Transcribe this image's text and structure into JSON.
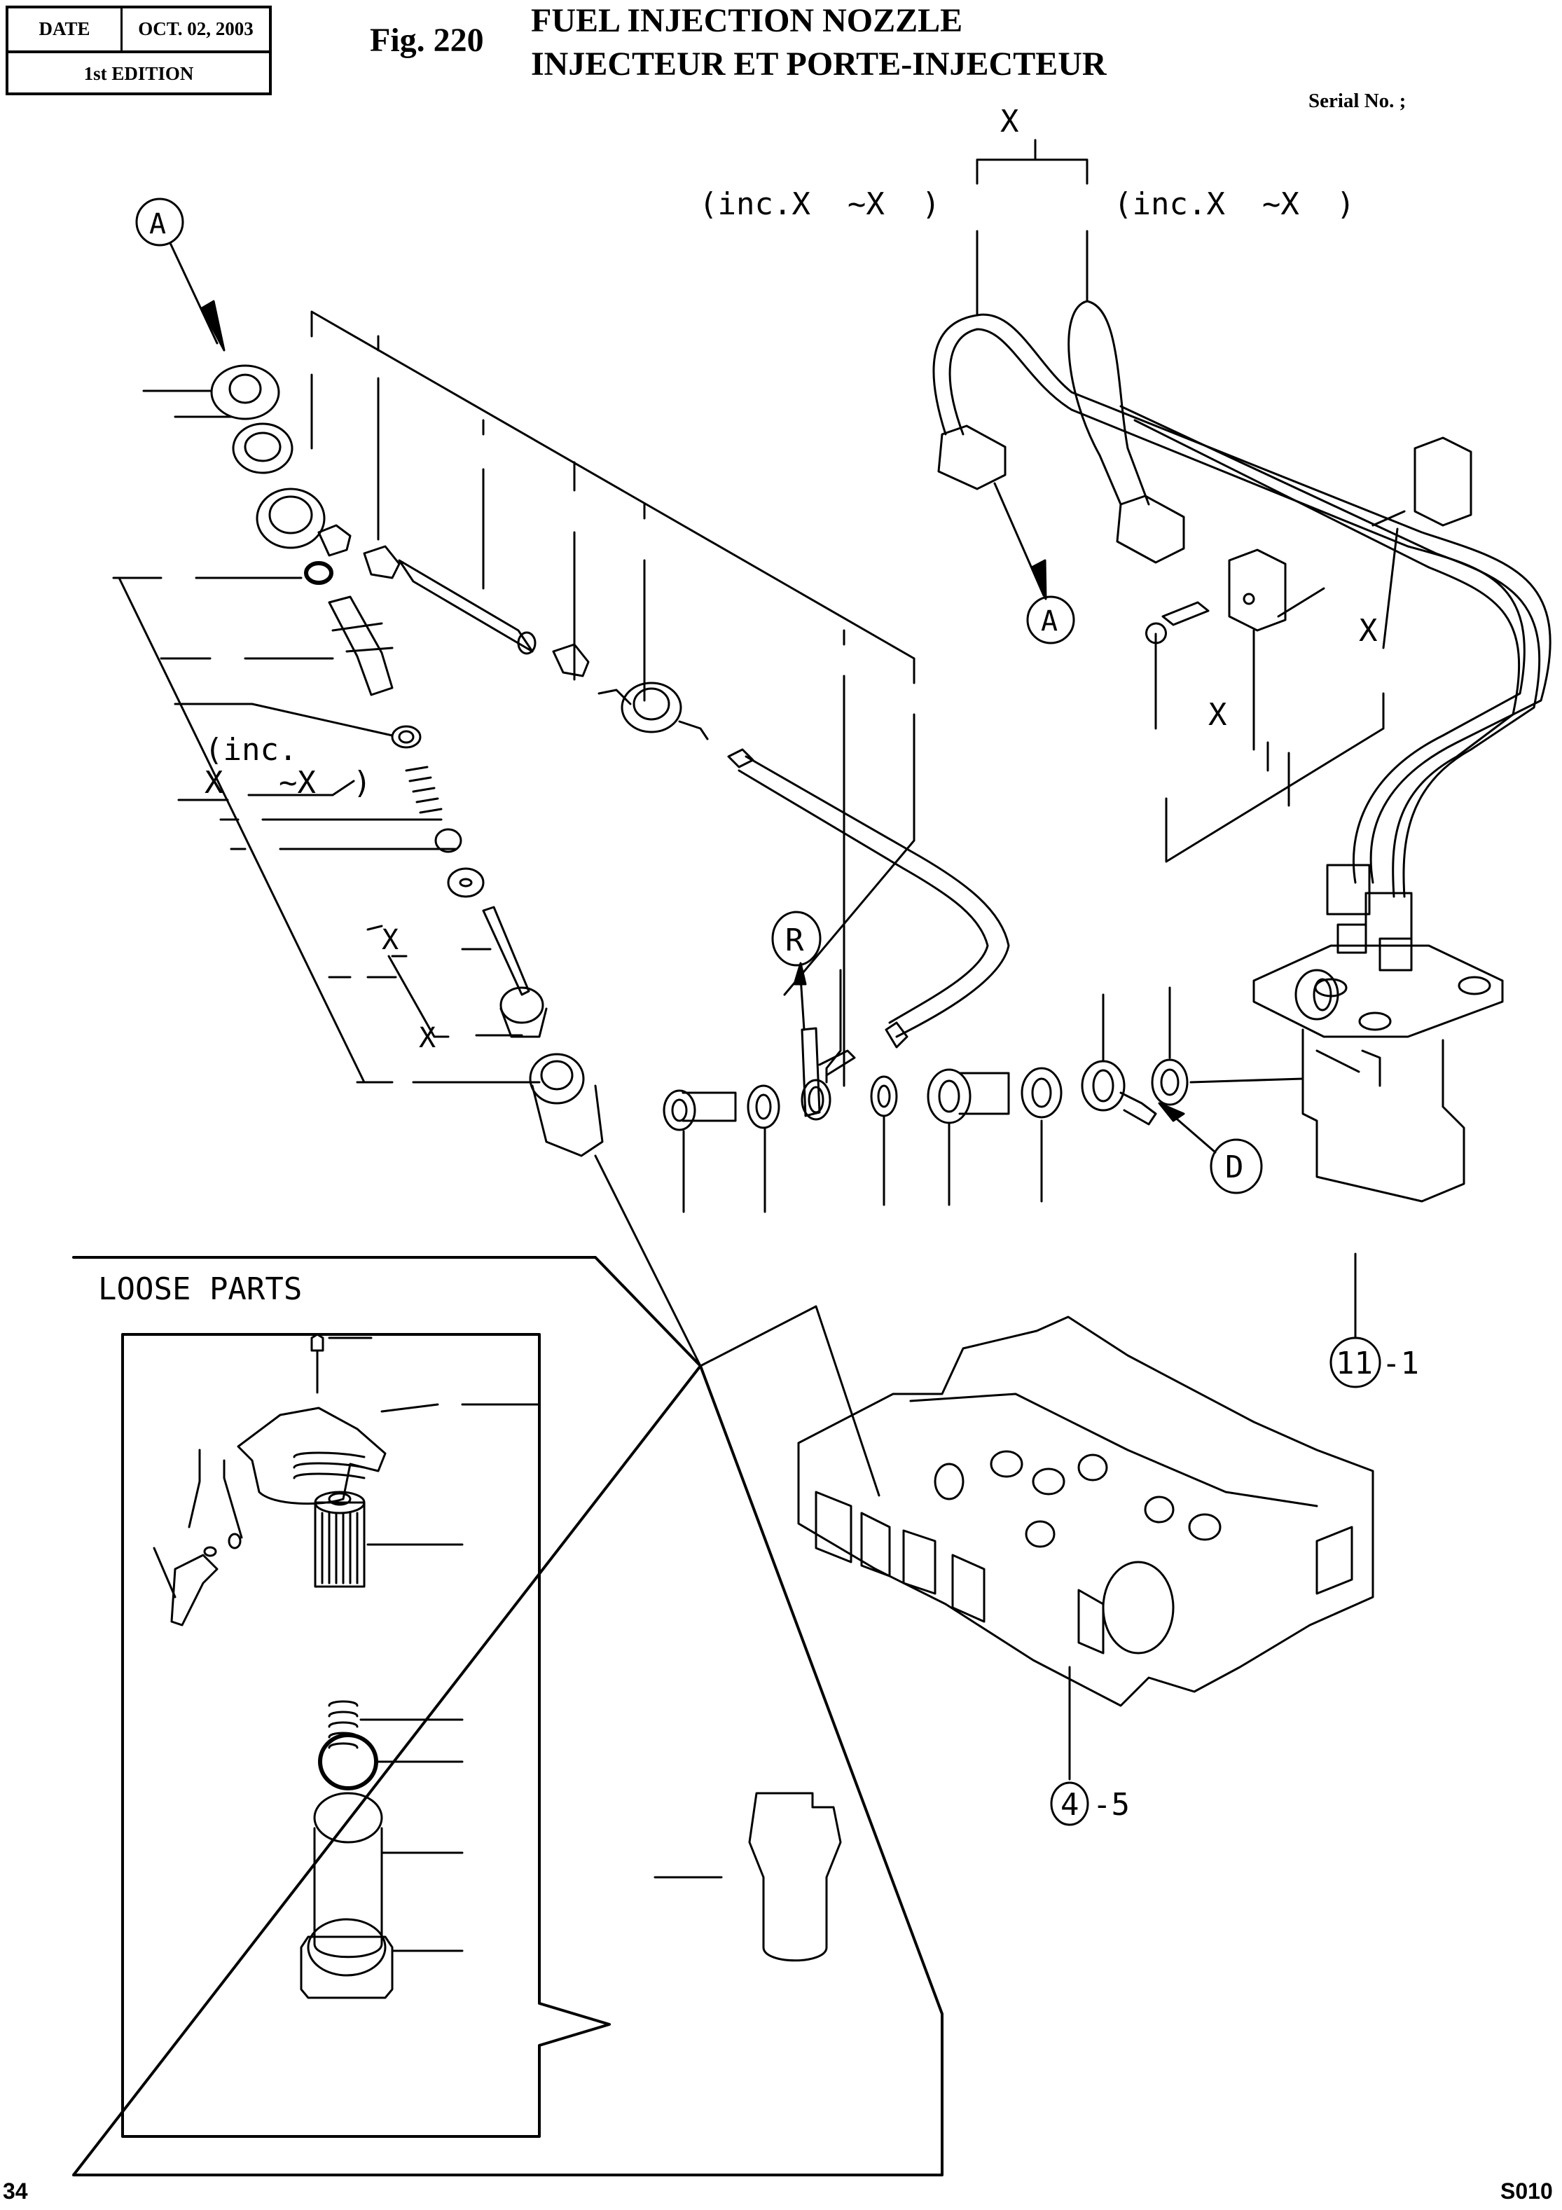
{
  "header": {
    "date_label": "DATE",
    "date_value": "OCT. 02, 2003",
    "edition": "1st EDITION"
  },
  "figure": {
    "number": "Fig. 220",
    "title_en": "FUEL INJECTION NOZZLE",
    "title_fr": "INJECTEUR ET PORTE-INJECTEUR",
    "serial_label": "Serial No. ;"
  },
  "annotations": {
    "top_x": "X",
    "inc_left": "(inc.X  ~X  )",
    "inc_right": "(inc.X  ~X  )",
    "inc_nozzle_line1": "(inc.",
    "inc_nozzle_line2": "X   ~X  )",
    "x_clamp_1": "X",
    "x_clamp_2": "X",
    "x_nozzle_1": "X",
    "x_nozzle_2": "X"
  },
  "callouts": {
    "a_top": "A",
    "a_pipe": "A",
    "r": "R",
    "d": "D",
    "ref_pump_num": "11",
    "ref_pump_suffix": "-1",
    "ref_head_num": "4",
    "ref_head_suffix": "-5"
  },
  "loose_parts": {
    "title": "LOOSE PARTS"
  },
  "footer": {
    "page_number": "34",
    "page_code": "S010"
  }
}
